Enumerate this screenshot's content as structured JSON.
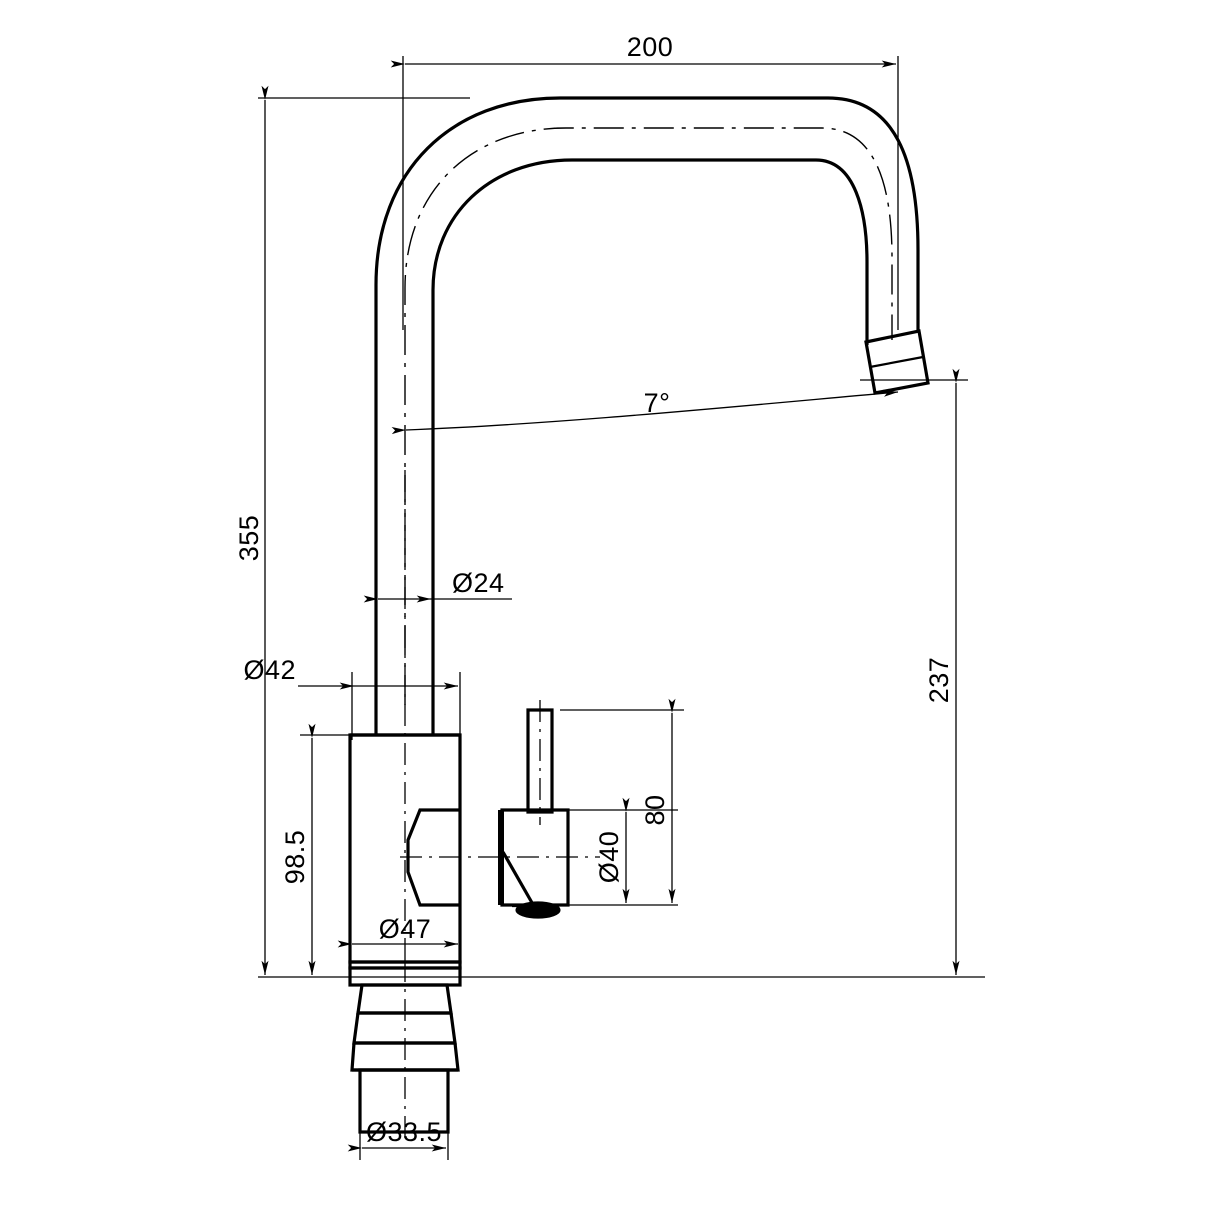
{
  "drawing": {
    "title": "Kitchen mixer tap dimensioned engineering drawing",
    "type": "orthographic-elevation",
    "units": "mm",
    "line_color": "#000000",
    "background_color": "#ffffff"
  },
  "dimensions": {
    "overall_width": "200",
    "overall_height": "355",
    "spout_height": "237",
    "spout_tube_diameter": "Ø24",
    "body_upper_diameter": "Ø42",
    "body_lower_diameter": "Ø47",
    "body_height": "98.5",
    "handle_diameter": "Ø40",
    "handle_assembly_height": "80",
    "shank_diameter": "Ø33.5",
    "spout_outlet_angle": "7°"
  },
  "annotations": [
    {
      "id": "overall-width",
      "label": "200",
      "orientation": "horizontal",
      "placement": "top"
    },
    {
      "id": "overall-height",
      "label": "355",
      "orientation": "vertical",
      "placement": "left"
    },
    {
      "id": "spout-height",
      "label": "237",
      "orientation": "vertical",
      "placement": "right"
    },
    {
      "id": "outlet-angle",
      "label": "7°",
      "orientation": "horizontal",
      "placement": "mid-upper"
    },
    {
      "id": "spout-tube-dia",
      "label": "Ø24",
      "orientation": "horizontal",
      "placement": "mid-left"
    },
    {
      "id": "body-upper-dia",
      "label": "Ø42",
      "orientation": "horizontal",
      "placement": "mid-left"
    },
    {
      "id": "body-height",
      "label": "98.5",
      "orientation": "vertical",
      "placement": "left"
    },
    {
      "id": "body-lower-dia",
      "label": "Ø47",
      "orientation": "horizontal",
      "placement": "lower-left"
    },
    {
      "id": "handle-dia",
      "label": "Ø40",
      "orientation": "vertical",
      "placement": "mid-right"
    },
    {
      "id": "handle-height",
      "label": "80",
      "orientation": "vertical",
      "placement": "mid-right"
    },
    {
      "id": "shank-dia",
      "label": "Ø33.5",
      "orientation": "horizontal",
      "placement": "bottom"
    }
  ]
}
